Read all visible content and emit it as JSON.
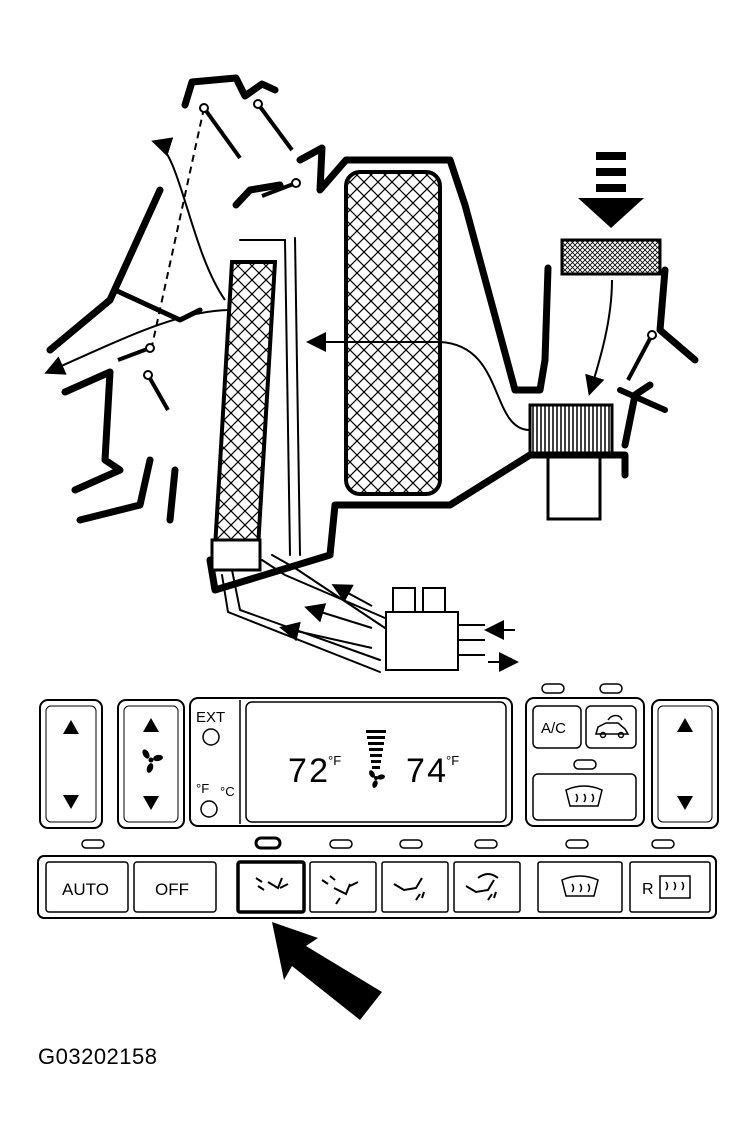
{
  "figure_id": "G03202158",
  "panel": {
    "auto_label": "AUTO",
    "off_label": "OFF",
    "ac_label": "A/C",
    "ext_label": "EXT",
    "rear_label": "R",
    "temp_unit_f": "°F",
    "temp_unit_c": "°C",
    "display_left_temp": "72",
    "display_right_temp": "74",
    "display_unit": "°F"
  },
  "icons": {
    "up": "up-arrow-icon",
    "down": "down-arrow-icon",
    "fan": "fan-icon",
    "recirc": "recirculation-icon",
    "defrost": "defrost-icon",
    "rear_defrost": "rear-defrost-icon",
    "pointer": "pointer-arrow-icon"
  }
}
